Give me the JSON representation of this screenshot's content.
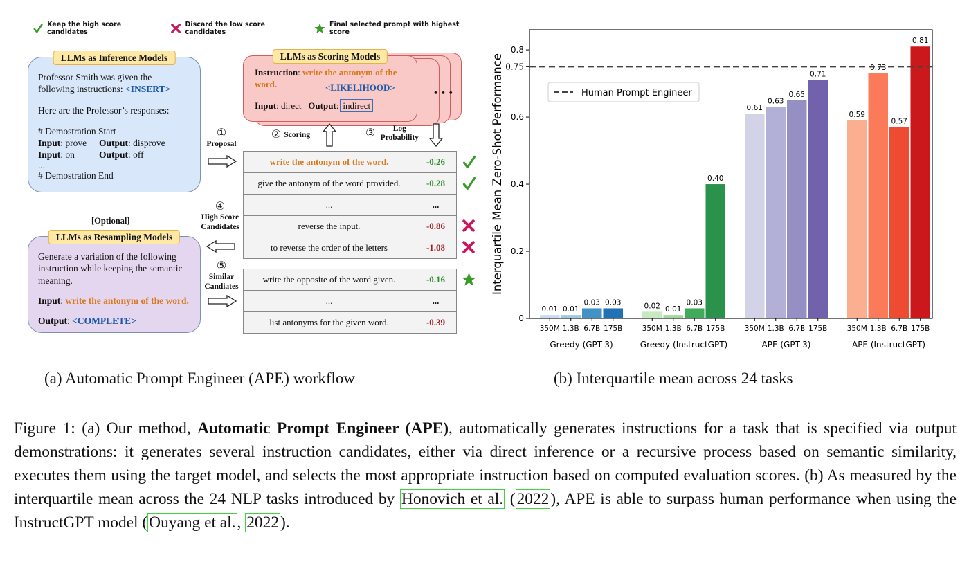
{
  "legend": {
    "keep": "Keep the high score candidates",
    "discard": "Discard the low score candidates",
    "final": "Final selected prompt with highest score"
  },
  "inference_box": {
    "title": "LLMs as Inference Models",
    "line1": "Professor Smith was given the following instructions:",
    "insert_tag": "<INSERT>",
    "line2": "Here are the Professor’s responses:",
    "demo_start": "# Demostration Start",
    "demo_rows": [
      {
        "in_label": "Input",
        "in_val": ": prove",
        "out_label": "Output",
        "out_val": ": disprove"
      },
      {
        "in_label": "Input",
        "in_val": ": on",
        "out_label": "Output",
        "out_val": ": off"
      }
    ],
    "ellipsis": "...",
    "demo_end": "# Demostration End"
  },
  "scoring_box": {
    "title": "LLMs as Scoring Models",
    "instruction_label": "Instruction",
    "instruction_val": "write the antonym of the word.",
    "likelihood_tag": "<LIKELIHOOD>",
    "input_label": "Input",
    "input_val": ": direct",
    "output_label": "Output",
    "output_val": "indirect",
    "more": "• • •"
  },
  "resampling_box": {
    "optional": "[Optional]",
    "title": "LLMs as Resampling Models",
    "line1": "Generate a variation of the following instruction while keeping the semantic meaning.",
    "input_label": "Input",
    "input_val": "write the antonym of the word.",
    "output_label": "Output",
    "complete_tag": "<COMPLETE>"
  },
  "steps": {
    "s1_num": "①",
    "s1_label": "Proposal",
    "s2_num": "②",
    "s2_label": "Scoring",
    "s3_num": "③",
    "s3_label": "Log Probability",
    "s4_num": "④",
    "s4_label": "High Score Candidates",
    "s5_num": "⑤",
    "s5_label": "Similar Candiates"
  },
  "candidates_top": [
    {
      "text": "write the antonym of the word.",
      "score": "-0.26",
      "mark": "check"
    },
    {
      "text": "give the antonym of the word provided.",
      "score": "-0.28",
      "mark": "check"
    },
    {
      "text": "...",
      "score": "...",
      "mark": ""
    },
    {
      "text": "reverse the input.",
      "score": "-0.86",
      "mark": "cross"
    },
    {
      "text": "to reverse the order of the letters",
      "score": "-1.08",
      "mark": "cross"
    }
  ],
  "candidates_bottom": [
    {
      "text": "write the opposite of the word given.",
      "score": "-0.16",
      "mark": "star"
    },
    {
      "text": "...",
      "score": "...",
      "mark": ""
    },
    {
      "text": "list antonyms for the given word.",
      "score": "-0.39",
      "mark": ""
    }
  ],
  "chart_data": {
    "type": "bar",
    "title": "",
    "ylabel": "Interquartile Mean Zero-Shot Performance",
    "xlabel": "",
    "ylim": [
      0,
      0.86
    ],
    "yticks": [
      0,
      0.2,
      0.4,
      0.6,
      0.75,
      0.8
    ],
    "ytick_labels": [
      "0",
      "0.2",
      "0.4",
      "0.6",
      "0.75",
      "0.8"
    ],
    "grid": false,
    "groups": [
      {
        "name": "Greedy (GPT-3)",
        "categories": [
          "350M",
          "1.3B",
          "6.7B",
          "175B"
        ],
        "values": [
          0.01,
          0.01,
          0.03,
          0.03
        ],
        "labels": [
          "0.01",
          "0.01",
          "0.03",
          "0.03"
        ],
        "colors": [
          "#c6dbef",
          "#9ecae1",
          "#4292c6",
          "#2171b5"
        ]
      },
      {
        "name": "Greedy (InstructGPT)",
        "categories": [
          "350M",
          "1.3B",
          "6.7B",
          "175B"
        ],
        "values": [
          0.02,
          0.01,
          0.03,
          0.4
        ],
        "labels": [
          "0.02",
          "0.01",
          "0.03",
          "0.40"
        ],
        "colors": [
          "#c7e9c0",
          "#a1d99b",
          "#41ab5d",
          "#2a924a"
        ]
      },
      {
        "name": "APE (GPT-3)",
        "categories": [
          "350M",
          "1.3B",
          "6.7B",
          "175B"
        ],
        "values": [
          0.61,
          0.63,
          0.65,
          0.71
        ],
        "labels": [
          "0.61",
          "0.63",
          "0.65",
          "0.71"
        ],
        "colors": [
          "#d3d3e8",
          "#b2b0d6",
          "#9590c4",
          "#7262ac"
        ]
      },
      {
        "name": "APE (InstructGPT)",
        "categories": [
          "350M",
          "1.3B",
          "6.7B",
          "175B"
        ],
        "values": [
          0.59,
          0.73,
          0.57,
          0.81
        ],
        "labels": [
          "0.59",
          "0.73",
          "0.57",
          "0.81"
        ],
        "colors": [
          "#fcae91",
          "#fb7a5a",
          "#ef4a32",
          "#cb181d"
        ]
      }
    ],
    "reference_line": {
      "name": "Human Prompt Engineer",
      "value": 0.75
    },
    "legend_position": "upper-left"
  },
  "subcaption_a": "(a) Automatic Prompt Engineer (APE) workflow",
  "subcaption_b": "(b) Interquartile mean across 24 tasks",
  "caption": {
    "p1": "Figure 1: (a) Our method, ",
    "bold": "Automatic Prompt Engineer (APE)",
    "p2": ", automatically generates instructions for a task that is specified via output demonstrations: it generates several instruction candidates, either via direct inference or a recursive process based on semantic similarity, executes them using the target model, and selects the most appropriate instruction based on computed evaluation scores. (b) As measured by the interquartile mean across the 24 NLP tasks introduced by ",
    "cite1_author": "Honovich et al.",
    "cite1_year": "2022",
    "p3": ", APE is able to surpass human performance when using the InstructGPT model (",
    "cite2_author": "Ouyang et al.",
    "cite2_year": "2022",
    "p4": ")."
  }
}
